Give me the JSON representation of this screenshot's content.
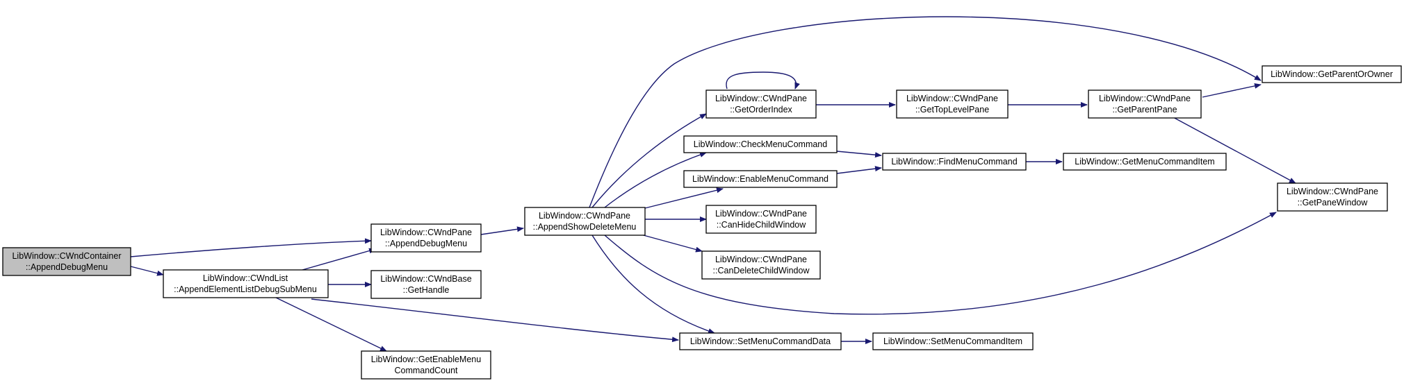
{
  "colors": {
    "edge": "#191970",
    "node_fill": "#ffffff",
    "root_fill": "#bfbfbf",
    "border": "#000000"
  },
  "nodes": {
    "root": [
      "LibWindow::CWndContainer",
      "::AppendDebugMenu"
    ],
    "cwndpane_appenddebugmenu": [
      "LibWindow::CWndPane",
      "::AppendDebugMenu"
    ],
    "cwndlist_appendelementlistdebugsubmenu": [
      "LibWindow::CWndList",
      "::AppendElementListDebugSubMenu"
    ],
    "cwndbase_gethandle": [
      "LibWindow::CWndBase",
      "::GetHandle"
    ],
    "getenablemenucommandcount": [
      "LibWindow::GetEnableMenu",
      "CommandCount"
    ],
    "appendshowdeletemenu": [
      "LibWindow::CWndPane",
      "::AppendShowDeleteMenu"
    ],
    "getorderindex": [
      "LibWindow::CWndPane",
      "::GetOrderIndex"
    ],
    "checkmenucommand": [
      "LibWindow::CheckMenuCommand"
    ],
    "enablemenucommand": [
      "LibWindow::EnableMenuCommand"
    ],
    "canhidechildwindow": [
      "LibWindow::CWndPane",
      "::CanHideChildWindow"
    ],
    "candeletechildwindow": [
      "LibWindow::CWndPane",
      "::CanDeleteChildWindow"
    ],
    "setmenucommanddata": [
      "LibWindow::SetMenuCommandData"
    ],
    "gettoplevelpane": [
      "LibWindow::CWndPane",
      "::GetTopLevelPane"
    ],
    "findmenucommand": [
      "LibWindow::FindMenuCommand"
    ],
    "setmenucommanditem": [
      "LibWindow::SetMenuCommandItem"
    ],
    "getparentpane": [
      "LibWindow::CWndPane",
      "::GetParentPane"
    ],
    "getmenucommanditem": [
      "LibWindow::GetMenuCommandItem"
    ],
    "getparentorowner": [
      "LibWindow::GetParentOrOwner"
    ],
    "getpanewindow": [
      "LibWindow::CWndPane",
      "::GetPaneWindow"
    ]
  }
}
